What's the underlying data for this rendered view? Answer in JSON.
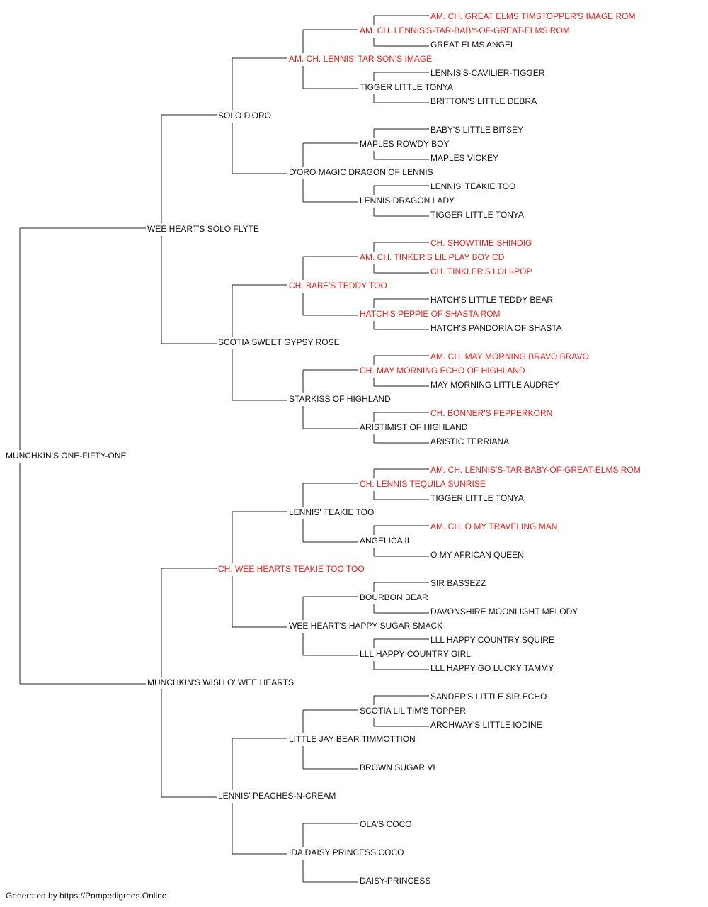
{
  "pedigree": {
    "name": "MUNCHKIN'S ONE-FIFTY-ONE",
    "champion": false,
    "sire": {
      "name": "WEE HEART'S SOLO FLYTE",
      "champion": false,
      "sire": {
        "name": "SOLO D'ORO",
        "champion": false,
        "sire": {
          "name": "AM. CH. LENNIS' TAR SON'S IMAGE",
          "champion": true,
          "sire": {
            "name": "AM. CH. LENNIS'S-TAR-BABY-OF-GREAT-ELMS ROM",
            "champion": true,
            "sire": {
              "name": "AM. CH. GREAT ELMS TIMSTOPPER'S IMAGE ROM",
              "champion": true
            },
            "dam": {
              "name": "GREAT ELMS ANGEL",
              "champion": false
            }
          },
          "dam": {
            "name": "TIGGER LITTLE TONYA",
            "champion": false,
            "sire": {
              "name": "LENNIS'S-CAVILIER-TIGGER",
              "champion": false
            },
            "dam": {
              "name": "BRITTON'S LITTLE DEBRA",
              "champion": false
            }
          }
        },
        "dam": {
          "name": "D'ORO MAGIC DRAGON OF LENNIS",
          "champion": false,
          "sire": {
            "name": "MAPLES ROWDY BOY",
            "champion": false,
            "sire": {
              "name": "BABY'S LITTLE BITSEY",
              "champion": false
            },
            "dam": {
              "name": "MAPLES VICKEY",
              "champion": false
            }
          },
          "dam": {
            "name": "LENNIS DRAGON LADY",
            "champion": false,
            "sire": {
              "name": "LENNIS' TEAKIE TOO",
              "champion": false
            },
            "dam": {
              "name": "TIGGER LITTLE TONYA",
              "champion": false
            }
          }
        }
      },
      "dam": {
        "name": "SCOTIA SWEET GYPSY ROSE",
        "champion": false,
        "sire": {
          "name": "CH. BABE'S TEDDY TOO",
          "champion": true,
          "sire": {
            "name": "AM. CH. TINKER'S LIL PLAY BOY CD",
            "champion": true,
            "sire": {
              "name": "CH. SHOWTIME SHINDIG",
              "champion": true
            },
            "dam": {
              "name": "CH. TINKLER'S LOLI-POP",
              "champion": true
            }
          },
          "dam": {
            "name": "HATCH'S PEPPIE OF SHASTA ROM",
            "champion": true,
            "sire": {
              "name": "HATCH'S LITTLE TEDDY BEAR",
              "champion": false
            },
            "dam": {
              "name": "HATCH'S PANDORIA OF SHASTA",
              "champion": false
            }
          }
        },
        "dam": {
          "name": "STARKISS OF HIGHLAND",
          "champion": false,
          "sire": {
            "name": "CH. MAY MORNING ECHO OF HIGHLAND",
            "champion": true,
            "sire": {
              "name": "AM. CH. MAY MORNING BRAVO BRAVO",
              "champion": true
            },
            "dam": {
              "name": "MAY MORNING LITTLE AUDREY",
              "champion": false
            }
          },
          "dam": {
            "name": "ARISTIMIST OF HIGHLAND",
            "champion": false,
            "sire": {
              "name": "CH. BONNER'S PEPPERKORN",
              "champion": true
            },
            "dam": {
              "name": "ARISTIC TERRIANA",
              "champion": false
            }
          }
        }
      }
    },
    "dam": {
      "name": "MUNCHKIN'S WISH O' WEE HEARTS",
      "champion": false,
      "sire": {
        "name": "CH. WEE HEARTS TEAKIE TOO TOO",
        "champion": true,
        "sire": {
          "name": "LENNIS' TEAKIE TOO",
          "champion": false,
          "sire": {
            "name": "CH. LENNIS TEQUILA SUNRISE",
            "champion": true,
            "sire": {
              "name": "AM. CH. LENNIS'S-TAR-BABY-OF-GREAT-ELMS ROM",
              "champion": true
            },
            "dam": {
              "name": "TIGGER LITTLE TONYA",
              "champion": false
            }
          },
          "dam": {
            "name": "ANGELICA II",
            "champion": false,
            "sire": {
              "name": "AM. CH. O MY TRAVELING MAN",
              "champion": true
            },
            "dam": {
              "name": "O MY AFRICAN QUEEN",
              "champion": false
            }
          }
        },
        "dam": {
          "name": "WEE HEART'S HAPPY SUGAR SMACK",
          "champion": false,
          "sire": {
            "name": "BOURBON BEAR",
            "champion": false,
            "sire": {
              "name": "SIR BASSEZZ",
              "champion": false
            },
            "dam": {
              "name": "DAVONSHIRE MOONLIGHT MELODY",
              "champion": false
            }
          },
          "dam": {
            "name": "LLL HAPPY COUNTRY GIRL",
            "champion": false,
            "sire": {
              "name": "LLL HAPPY COUNTRY SQUIRE",
              "champion": false
            },
            "dam": {
              "name": "LLL HAPPY GO LUCKY TAMMY",
              "champion": false
            }
          }
        }
      },
      "dam": {
        "name": "LENNIS' PEACHES-N-CREAM",
        "champion": false,
        "sire": {
          "name": "LITTLE JAY BEAR TIMMOTTION",
          "champion": false,
          "sire": {
            "name": "SCOTIA LIL TIM'S TOPPER",
            "champion": false,
            "sire": {
              "name": "SANDER'S LITTLE SIR ECHO",
              "champion": false
            },
            "dam": {
              "name": "ARCHWAY'S LITTLE IODINE",
              "champion": false
            }
          },
          "dam": {
            "name": "BROWN SUGAR VI",
            "champion": false
          }
        },
        "dam": {
          "name": "IDA DAISY PRINCESS COCO",
          "champion": false,
          "sire": {
            "name": "OLA'S COCO",
            "champion": false
          },
          "dam": {
            "name": "DAISY-PRINCESS",
            "champion": false
          }
        }
      }
    }
  },
  "footer": "Generated by https://Pompedigrees.Online",
  "colors": {
    "champion": "#e8201c",
    "normal": "#111111",
    "line": "#222222"
  }
}
